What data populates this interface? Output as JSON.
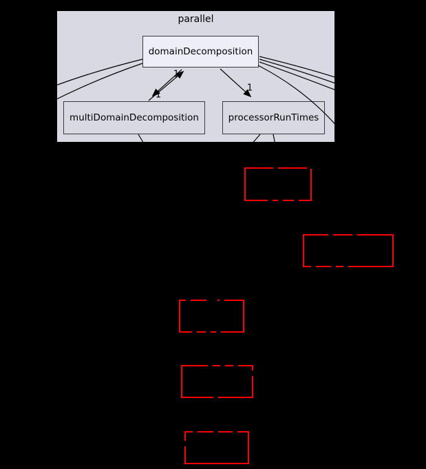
{
  "diagram": {
    "type": "directory-dependency-graph",
    "cluster": {
      "label": "parallel"
    },
    "nodes": [
      {
        "id": "domainDecomposition",
        "label": "domainDecomposition",
        "role": "current"
      },
      {
        "id": "multiDomainDecomposition",
        "label": "multiDomainDecomposition",
        "role": "sibling"
      },
      {
        "id": "processorRunTimes",
        "label": "processorRunTimes",
        "role": "sibling"
      }
    ],
    "external_nodes": [
      {
        "id": "external-1",
        "label": ""
      },
      {
        "id": "external-2",
        "label": ""
      },
      {
        "id": "external-3",
        "label": ""
      },
      {
        "id": "external-4",
        "label": ""
      },
      {
        "id": "external-5",
        "label": ""
      }
    ],
    "edge_labels": [
      "1",
      "1",
      "1"
    ],
    "colors": {
      "background": "#000000",
      "cluster_fill": "#d9d9e4",
      "current_node_fill": "#eeeef8",
      "node_border": "#38383f",
      "external_node_border": "#fe0000",
      "edge": "#000000",
      "text": "#000000"
    }
  }
}
